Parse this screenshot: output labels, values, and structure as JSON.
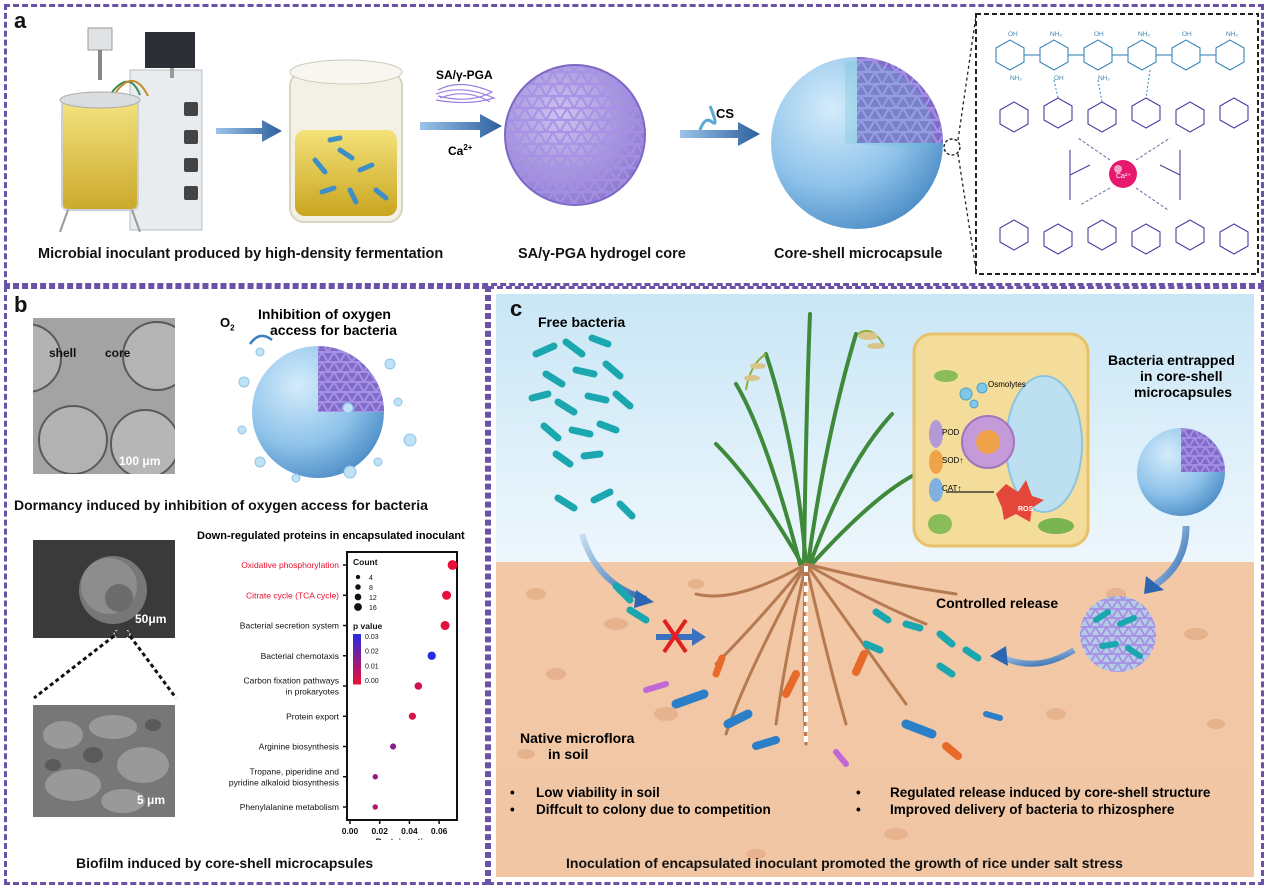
{
  "panel_a": {
    "label": "a",
    "caption_fermenter": "Microbial inoculant produced by high-density fermentation",
    "reagent_top": "SA/γ-PGA",
    "reagent_bottom": "Ca",
    "reagent_cs": "CS",
    "caption_core": "SA/γ-PGA hydrogel core",
    "caption_shell": "Core-shell microcapsule",
    "chem_ion": "Ca²⁺"
  },
  "panel_b": {
    "label": "b",
    "micro_shell": "shell",
    "micro_core": "core",
    "scale_top": "100 μm",
    "o2": "O",
    "inhibition_title_1": "Inhibition of oxygen",
    "inhibition_title_2": "access for bacteria",
    "caption_dormancy": "Dormancy induced by inhibition of oxygen access for bacteria",
    "scale_sem1": "50μm",
    "scale_sem2": "5 μm",
    "caption_biofilm": "Biofilm induced by core-shell microcapsules"
  },
  "chart_data": {
    "type": "scatter",
    "title": "Down-regulated proteins in encapsulated inoculant",
    "xlabel": "Protein ratio",
    "ylabel": "",
    "xlim": [
      0.0,
      0.07
    ],
    "x_ticks": [
      "0.00",
      "0.02",
      "0.04",
      "0.06"
    ],
    "size_legend_title": "Count",
    "size_legend": [
      "4",
      "8",
      "12",
      "16"
    ],
    "color_legend_title": "p value",
    "color_ticks": [
      "0.03",
      "0.02",
      "0.01",
      "0.00"
    ],
    "colors": {
      "low": "#e8103a",
      "high": "#2a2ae0",
      "highlight_text": "#e8102a"
    },
    "categories": [
      "Oxidative phosphorylation",
      "Citrate cycle (TCA cycle)",
      "Bacterial secretion system",
      "Bacterial chemotaxis",
      "Carbon fixation pathways in prokaryotes",
      "Protein export",
      "Arginine biosynthesis",
      "Tropane, piperidine and pyridine alkaloid biosynthesis",
      "Phenylalanine metabolism"
    ],
    "points": [
      {
        "y": "Oxidative phosphorylation",
        "x": 0.069,
        "count": 16,
        "p": 0.0,
        "highlight": true
      },
      {
        "y": "Citrate cycle (TCA cycle)",
        "x": 0.065,
        "count": 14,
        "p": 0.0,
        "highlight": true
      },
      {
        "y": "Bacterial secretion system",
        "x": 0.064,
        "count": 14,
        "p": 0.001,
        "highlight": false
      },
      {
        "y": "Bacterial chemotaxis",
        "x": 0.055,
        "count": 12,
        "p": 0.03,
        "highlight": false
      },
      {
        "y": "Carbon fixation pathways in prokaryotes",
        "x": 0.046,
        "count": 10,
        "p": 0.004,
        "highlight": false
      },
      {
        "y": "Protein export",
        "x": 0.042,
        "count": 9,
        "p": 0.003,
        "highlight": false
      },
      {
        "y": "Arginine biosynthesis",
        "x": 0.029,
        "count": 6,
        "p": 0.015,
        "highlight": false
      },
      {
        "y": "Tropane, piperidine and pyridine alkaloid biosynthesis",
        "x": 0.017,
        "count": 4,
        "p": 0.012,
        "highlight": false
      },
      {
        "y": "Phenylalanine metabolism",
        "x": 0.017,
        "count": 4,
        "p": 0.008,
        "highlight": false
      }
    ]
  },
  "panel_c": {
    "label": "c",
    "free_bacteria": "Free bacteria",
    "entrapped_1": "Bacteria  entrapped",
    "entrapped_2": "in core-shell",
    "entrapped_3": "microcapsules",
    "osmolytes": "Osmolytes",
    "pod": "POD",
    "sod": "SOD↑",
    "cat": "CAT↑",
    "ros": "ROS",
    "controlled_release": "Controlled release",
    "native_1": "Native microflora",
    "native_2": "in soil",
    "bullets_left": [
      "Low viability in soil",
      "Diffcult to colony due to competition"
    ],
    "bullets_right": [
      "Regulated release induced by core-shell structure",
      "Improved delivery of bacteria to rhizosphere"
    ],
    "caption": "Inoculation of encapsulated inoculant promoted the growth of rice under salt stress"
  }
}
